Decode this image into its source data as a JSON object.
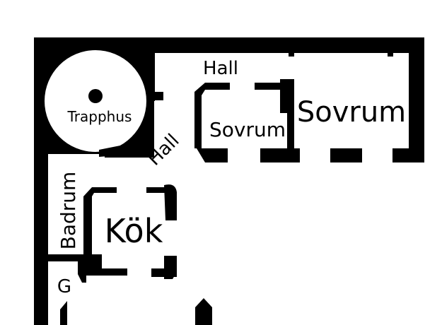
{
  "floorplan": {
    "colors": {
      "wall": "#000000",
      "floor": "#ffffff"
    },
    "rooms": {
      "stairwell": {
        "label": "Trapphus",
        "icon": "stair-center-dot-icon"
      },
      "hall_top": {
        "label": "Hall"
      },
      "hall_diagonal": {
        "label": "Hall"
      },
      "bedroom_small": {
        "label": "Sovrum"
      },
      "bedroom_large": {
        "label": "Sovrum"
      },
      "kitchen": {
        "label": "Kök"
      },
      "bathroom": {
        "label": "Badrum"
      },
      "closet": {
        "label": "G"
      }
    }
  }
}
